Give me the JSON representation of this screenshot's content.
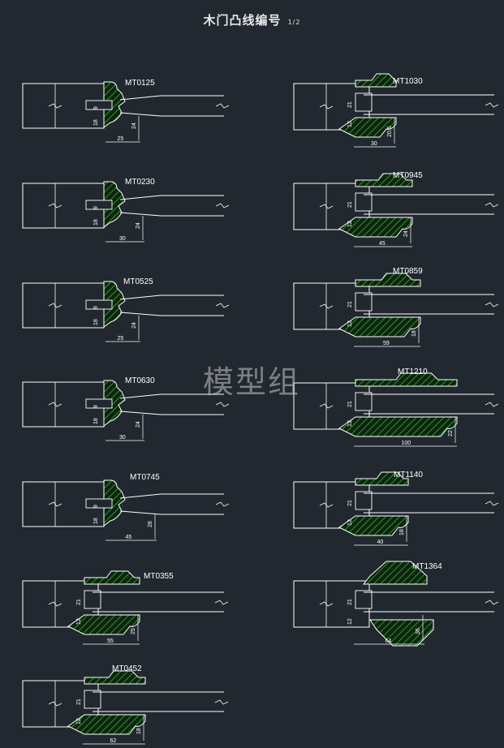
{
  "title": "木门凸线编号",
  "title_suffix": "1/2",
  "watermark": "模型组",
  "colors": {
    "background": "#212830",
    "line": "#ffffff",
    "hatch": "#1fa51f"
  },
  "profiles": [
    {
      "code": "MT0125",
      "dims": [
        "9",
        "18",
        "24",
        "25"
      ]
    },
    {
      "code": "MT0230",
      "dims": [
        "9",
        "18",
        "24",
        "30"
      ]
    },
    {
      "code": "MT0525",
      "dims": [
        "9",
        "18",
        "24",
        "25"
      ]
    },
    {
      "code": "MT0630",
      "dims": [
        "9",
        "18",
        "24",
        "30"
      ]
    },
    {
      "code": "MT0745",
      "dims": [
        "9",
        "18",
        "28",
        "45"
      ]
    },
    {
      "code": "MT0355",
      "dims": [
        "21",
        "12",
        "25",
        "55"
      ]
    },
    {
      "code": "MT0452",
      "dims": [
        "21",
        "12",
        "18",
        "62"
      ]
    },
    {
      "code": "MT1030",
      "dims": [
        "21",
        "12",
        "20.5",
        "30"
      ]
    },
    {
      "code": "MT0945",
      "dims": [
        "21",
        "12",
        "24",
        "45"
      ]
    },
    {
      "code": "MT0859",
      "dims": [
        "21",
        "12",
        "18",
        "59"
      ]
    },
    {
      "code": "MT1210",
      "dims": [
        "21",
        "12",
        "22",
        "100"
      ]
    },
    {
      "code": "MT1140",
      "dims": [
        "21",
        "12",
        "18",
        "40"
      ]
    },
    {
      "code": "MT1364",
      "dims": [
        "21",
        "12",
        "36",
        "64"
      ]
    }
  ]
}
